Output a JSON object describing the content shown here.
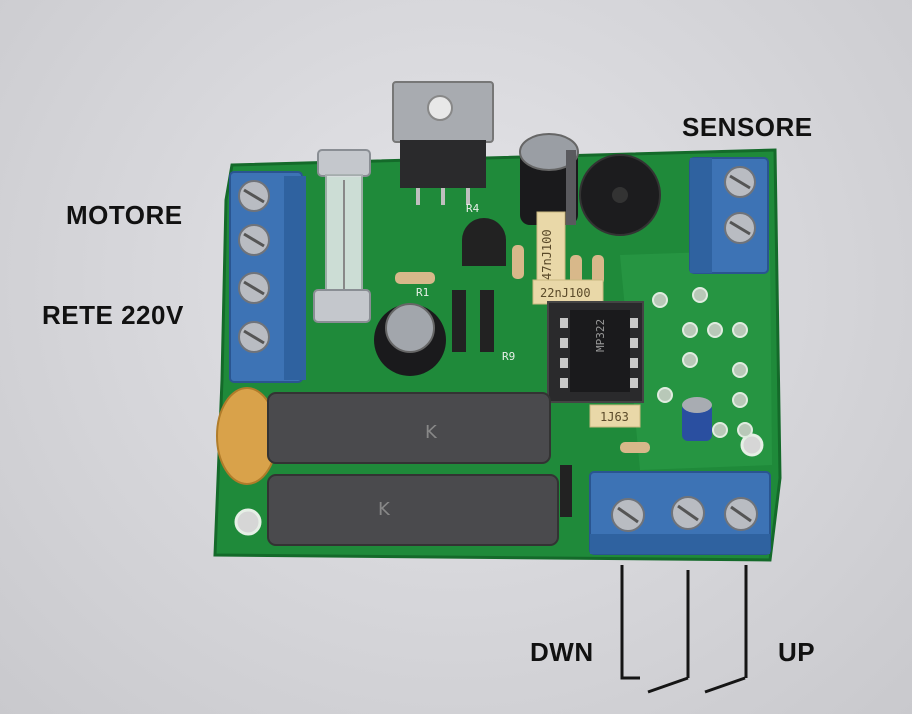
{
  "labels": {
    "motore": "MOTORE",
    "rete": "RETE 220V",
    "sensore": "SENSORE",
    "dwn": "DWN",
    "up": "UP"
  },
  "components": {
    "capacitor_a": "47nJ100",
    "capacitor_b": "22nJ100",
    "capacitor_c": "1J63",
    "ic_marking": "MP322",
    "relay_mark_top": "K",
    "relay_mark_bottom": "K",
    "silk_r4": "R4",
    "silk_r1": "R1",
    "silk_r9": "R9"
  },
  "colors": {
    "pcb": "#1f8a3a",
    "terminal": "#3d73b5",
    "relay": "#4a4a4d",
    "wire": "#151515"
  }
}
